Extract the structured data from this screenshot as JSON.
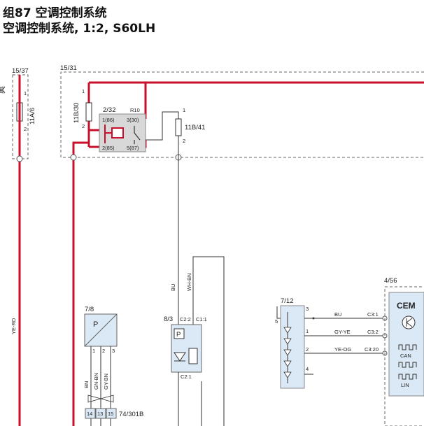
{
  "header": {
    "line1": "组87 空调控制系统",
    "line2": "空调控制系统, 1:2, S60LH"
  },
  "fuse_box_left": {
    "ref": "15/37",
    "fuse": "11A/6",
    "pin1": "1",
    "pin2": "2",
    "edge_glyph": "典"
  },
  "fuse_box_main": {
    "ref": "15/31",
    "fuse_a": "11B/30",
    "fuse_b": "11B/41",
    "pin1": "1",
    "pin2": "2"
  },
  "relay": {
    "ref": "2/32",
    "name": "R10",
    "pin_86": "1(86)",
    "pin_30": "3(30)",
    "pin_85": "2(85)",
    "pin_87": "5(87)"
  },
  "wires": {
    "ye_rd": "YE-RD",
    "bu": "BU",
    "wh_bn": "WH-BN",
    "bn": "BN",
    "gn_bn": "GN-BN",
    "gy_bn": "GY-BN",
    "bu_2": "BU",
    "gy_ye": "GY-YE",
    "ye_og": "YE-OG"
  },
  "sensor_78": {
    "ref": "7/8",
    "symbol": "P",
    "pin1": "1",
    "pin2": "2",
    "pin3": "3"
  },
  "connector_74": {
    "ref": "74/301B",
    "pins": [
      "14",
      "13",
      "15"
    ]
  },
  "switch_83": {
    "ref": "8/3",
    "c2_2": "C2:2",
    "c1_1": "C1:1",
    "c2_1": "C2:1",
    "symbol": "P"
  },
  "panel_712": {
    "ref": "7/12",
    "pins": [
      "3",
      "5",
      "1",
      "2",
      "4"
    ]
  },
  "cem": {
    "ref": "4/56",
    "name": "CEM",
    "c3_1": "C3:1",
    "c3_2": "C3:2",
    "c3_20": "C3:20",
    "can": "CAN",
    "lin": "LIN"
  },
  "colors": {
    "power_wire": "#c8102e",
    "signal_wire": "#333333",
    "component_fill": "#dbe9f6",
    "relay_fill": "#d8d8d8",
    "dashed_border": "#666666"
  }
}
